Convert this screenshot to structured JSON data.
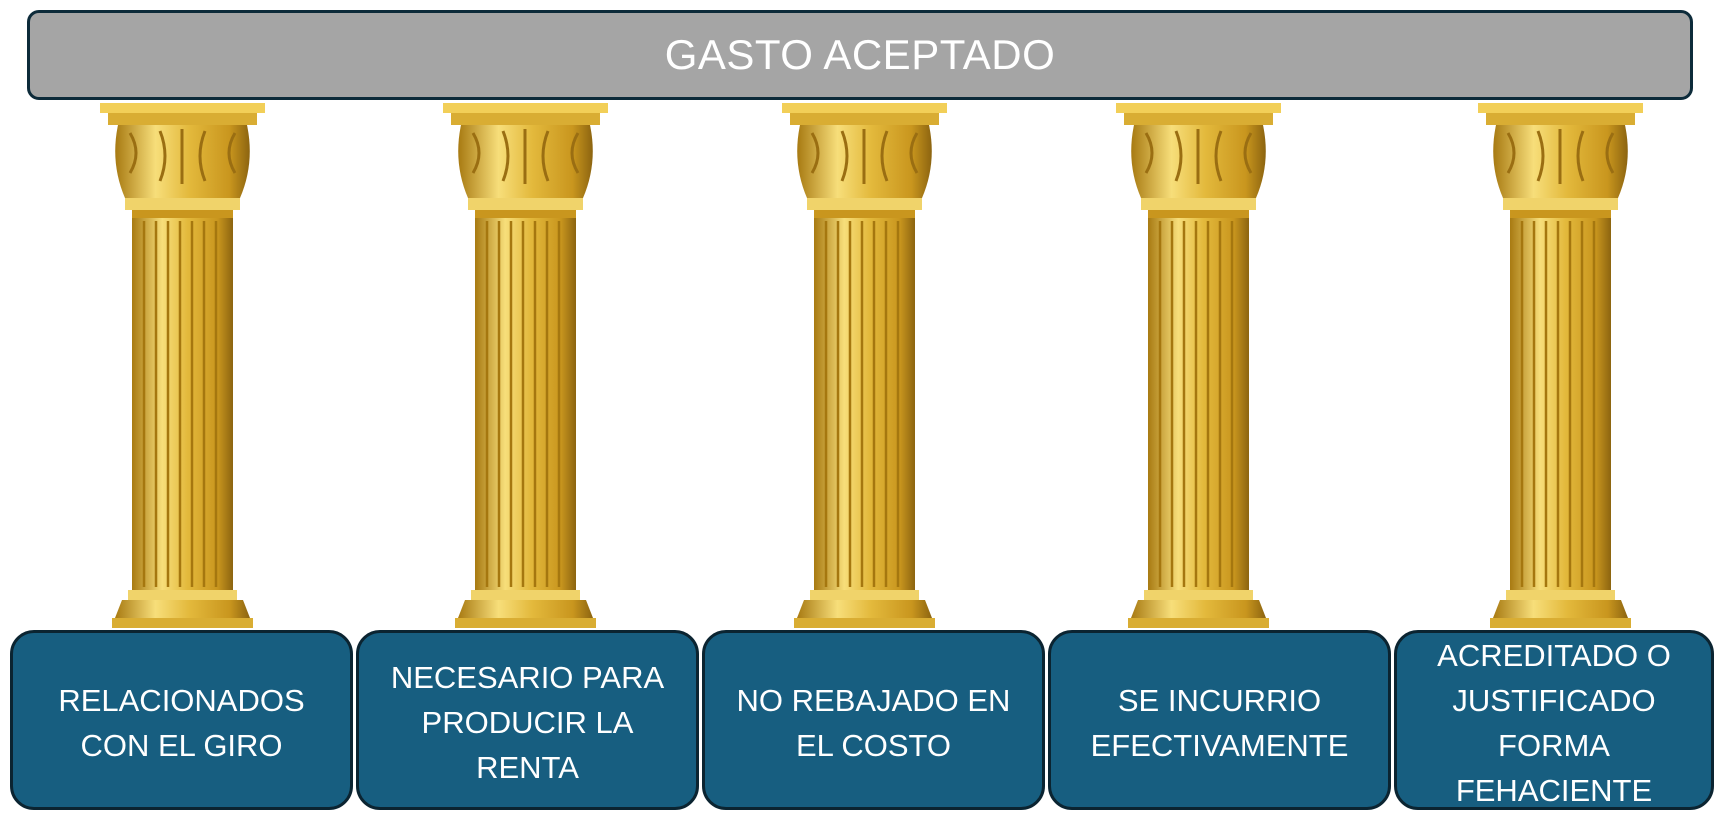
{
  "header": {
    "title": "GASTO ACEPTADO"
  },
  "pillars": [
    {
      "label": "RELACIONADOS\nCON EL GIRO"
    },
    {
      "label": "NECESARIO PARA\nPRODUCIR LA\nRENTA"
    },
    {
      "label": "NO REBAJADO EN\nEL COSTO"
    },
    {
      "label": "SE INCURRIO\nEFECTIVAMENTE"
    },
    {
      "label": "ACREDITADO O\nJUSTIFICADO\nFORMA\nFEHACIENTE"
    }
  ],
  "colors": {
    "header_bg": "#a5a5a5",
    "box_bg": "#175e80",
    "border": "#0b2431",
    "gold": "#e8c14a"
  },
  "icons": [
    "corinthian-column-icon"
  ]
}
